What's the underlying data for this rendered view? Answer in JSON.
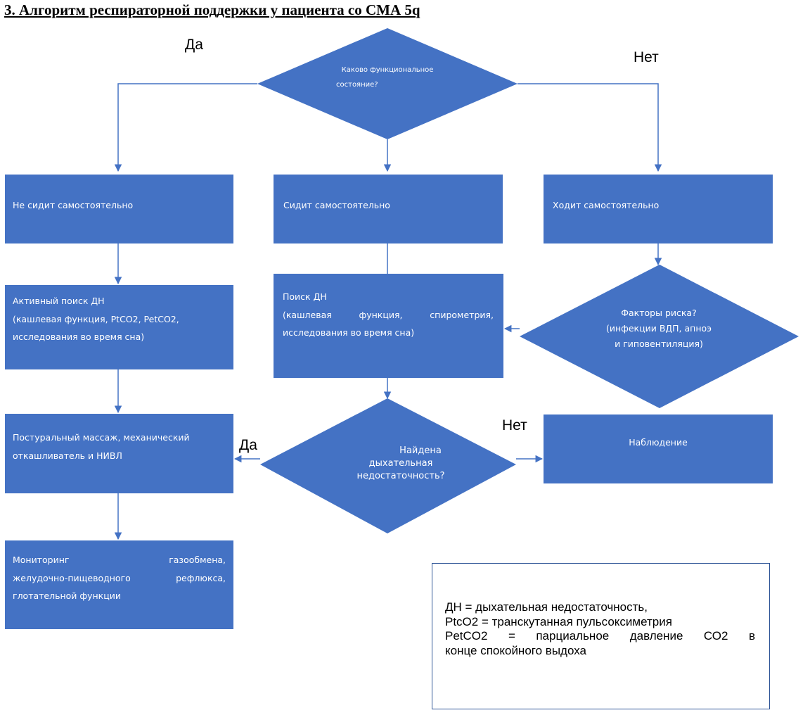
{
  "title": "3. Алгоритм респираторной поддержки у пациента  со СМА 5q",
  "labels": {
    "yes_top": "Да",
    "no_top": "Нет",
    "yes_mid": "Да",
    "no_mid": "Нет"
  },
  "decisions": {
    "functional_state": {
      "line1": "Каково функциональное",
      "line2": "состояние?"
    },
    "risk_factors": {
      "line1": "Факторы риска?",
      "line2": "(инфекции ВДП, апноэ",
      "line3": "и  гиповентиляция)"
    },
    "resp_failure": {
      "line1": "Найдена",
      "line2": "дыхательная",
      "line3": "недостаточность?"
    }
  },
  "boxes": {
    "not_sitting": "Не сидит самостоятельно",
    "sitting": "Сидит самостоятельно",
    "walking": "Ходит самостоятельно",
    "active_search": {
      "line1": "Активный поиск ДН",
      "line2": "(кашлевая функция, PtCO2, PetCO2,",
      "line3": "исследования во время сна)"
    },
    "search": {
      "line1": "Поиск ДН",
      "line2": "(кашлевая функция, спирометрия,",
      "line3": "исследования во время сна)"
    },
    "postural": {
      "line1": "Постуральный массаж, механический",
      "line2": "откашливатель и НИВЛ"
    },
    "observation": "Наблюдение",
    "monitoring": {
      "line1": "Мониторинг газообмена,",
      "line2": "желудочно-пищеводного рефлюкса,",
      "line3": "глотательной функции"
    }
  },
  "legend": {
    "line1": "ДН = дыхательная недостаточность,",
    "line2": "PtcO2 = транскутанная пульсоксиметрия",
    "line3": "PetCO2 = парциальное давление СО2 в",
    "line4": "конце спокойного выдоха"
  },
  "colors": {
    "shape_fill": "#4472C4",
    "connector": "#4472C4",
    "legend_border": "#2F5597"
  }
}
